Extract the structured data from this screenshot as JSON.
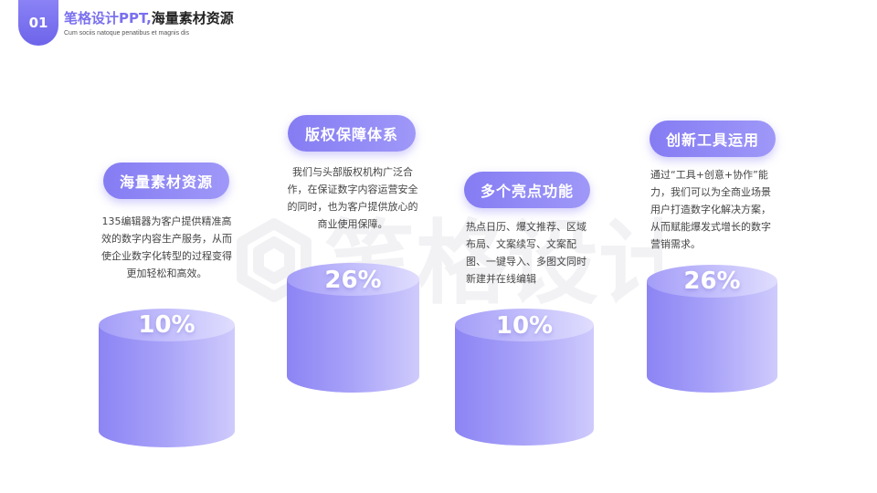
{
  "header": {
    "number": "01",
    "title_accent": "笔格设计PPT,",
    "title_main": "海量素材资源",
    "subtitle": "Cum sociis natoque penatibus et magnis dis"
  },
  "items": [
    {
      "title": "海量素材资源",
      "description": "135编辑器为客户提供精准高效的数字内容生产服务，从而使企业数字化转型的过程变得更加轻松和高效。",
      "percent": "10%"
    },
    {
      "title": "版权保障体系",
      "description": "我们与头部版权机构广泛合作，在保证数字内容运营安全的同时，也为客户提供放心的商业使用保障。",
      "percent": "26%"
    },
    {
      "title": "多个亮点功能",
      "description": "热点日历、爆文推荐、区域布局、文案续写、文案配图、一键导入、多图文同时新建并在线编辑",
      "percent": "10%"
    },
    {
      "title": "创新工具运用",
      "description": "通过“工具+创意+协作”能力，我们可以为全商业场景用户打造数字化解决方案，从而赋能爆发式增长的数字营销需求。",
      "percent": "26%"
    }
  ],
  "watermark": {
    "text": "笔格设计"
  },
  "colors": {
    "accent": "#7a70ee",
    "cylinder_light": "#cfcbfc",
    "cylinder_dark": "#8c84f4"
  }
}
